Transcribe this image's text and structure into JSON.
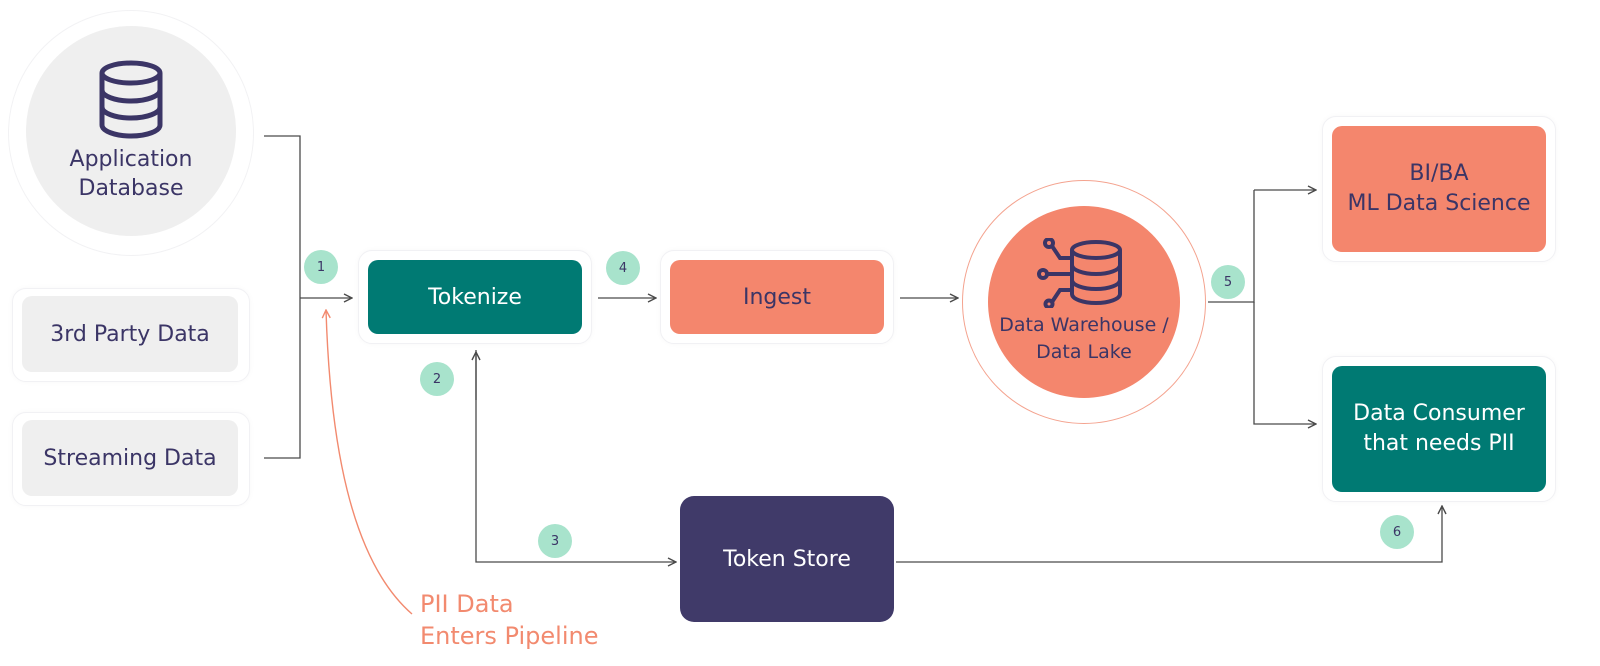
{
  "sources": {
    "app_db": {
      "label_line1": "Application",
      "label_line2": "Database",
      "icon": "database-icon"
    },
    "third_party": {
      "label": "3rd Party Data"
    },
    "streaming": {
      "label": "Streaming Data"
    }
  },
  "steps": {
    "tokenize": "Tokenize",
    "ingest": "Ingest",
    "warehouse_line1": "Data Warehouse /",
    "warehouse_line2": "Data Lake",
    "warehouse_icon": "database-network-icon",
    "token_store": "Token Store",
    "bi": "BI/BA\nML Data Science",
    "consumer": "Data Consumer\nthat needs PII"
  },
  "badges": [
    "1",
    "2",
    "3",
    "4",
    "5",
    "6"
  ],
  "annotation": {
    "line1": "PII Data",
    "line2": "Enters Pipeline"
  },
  "colors": {
    "teal": "#007a73",
    "salmon": "#f4866d",
    "navy": "#403a69",
    "badge": "#a8e3cc",
    "annotation": "#f28a6f",
    "source_fill": "#efefef"
  }
}
